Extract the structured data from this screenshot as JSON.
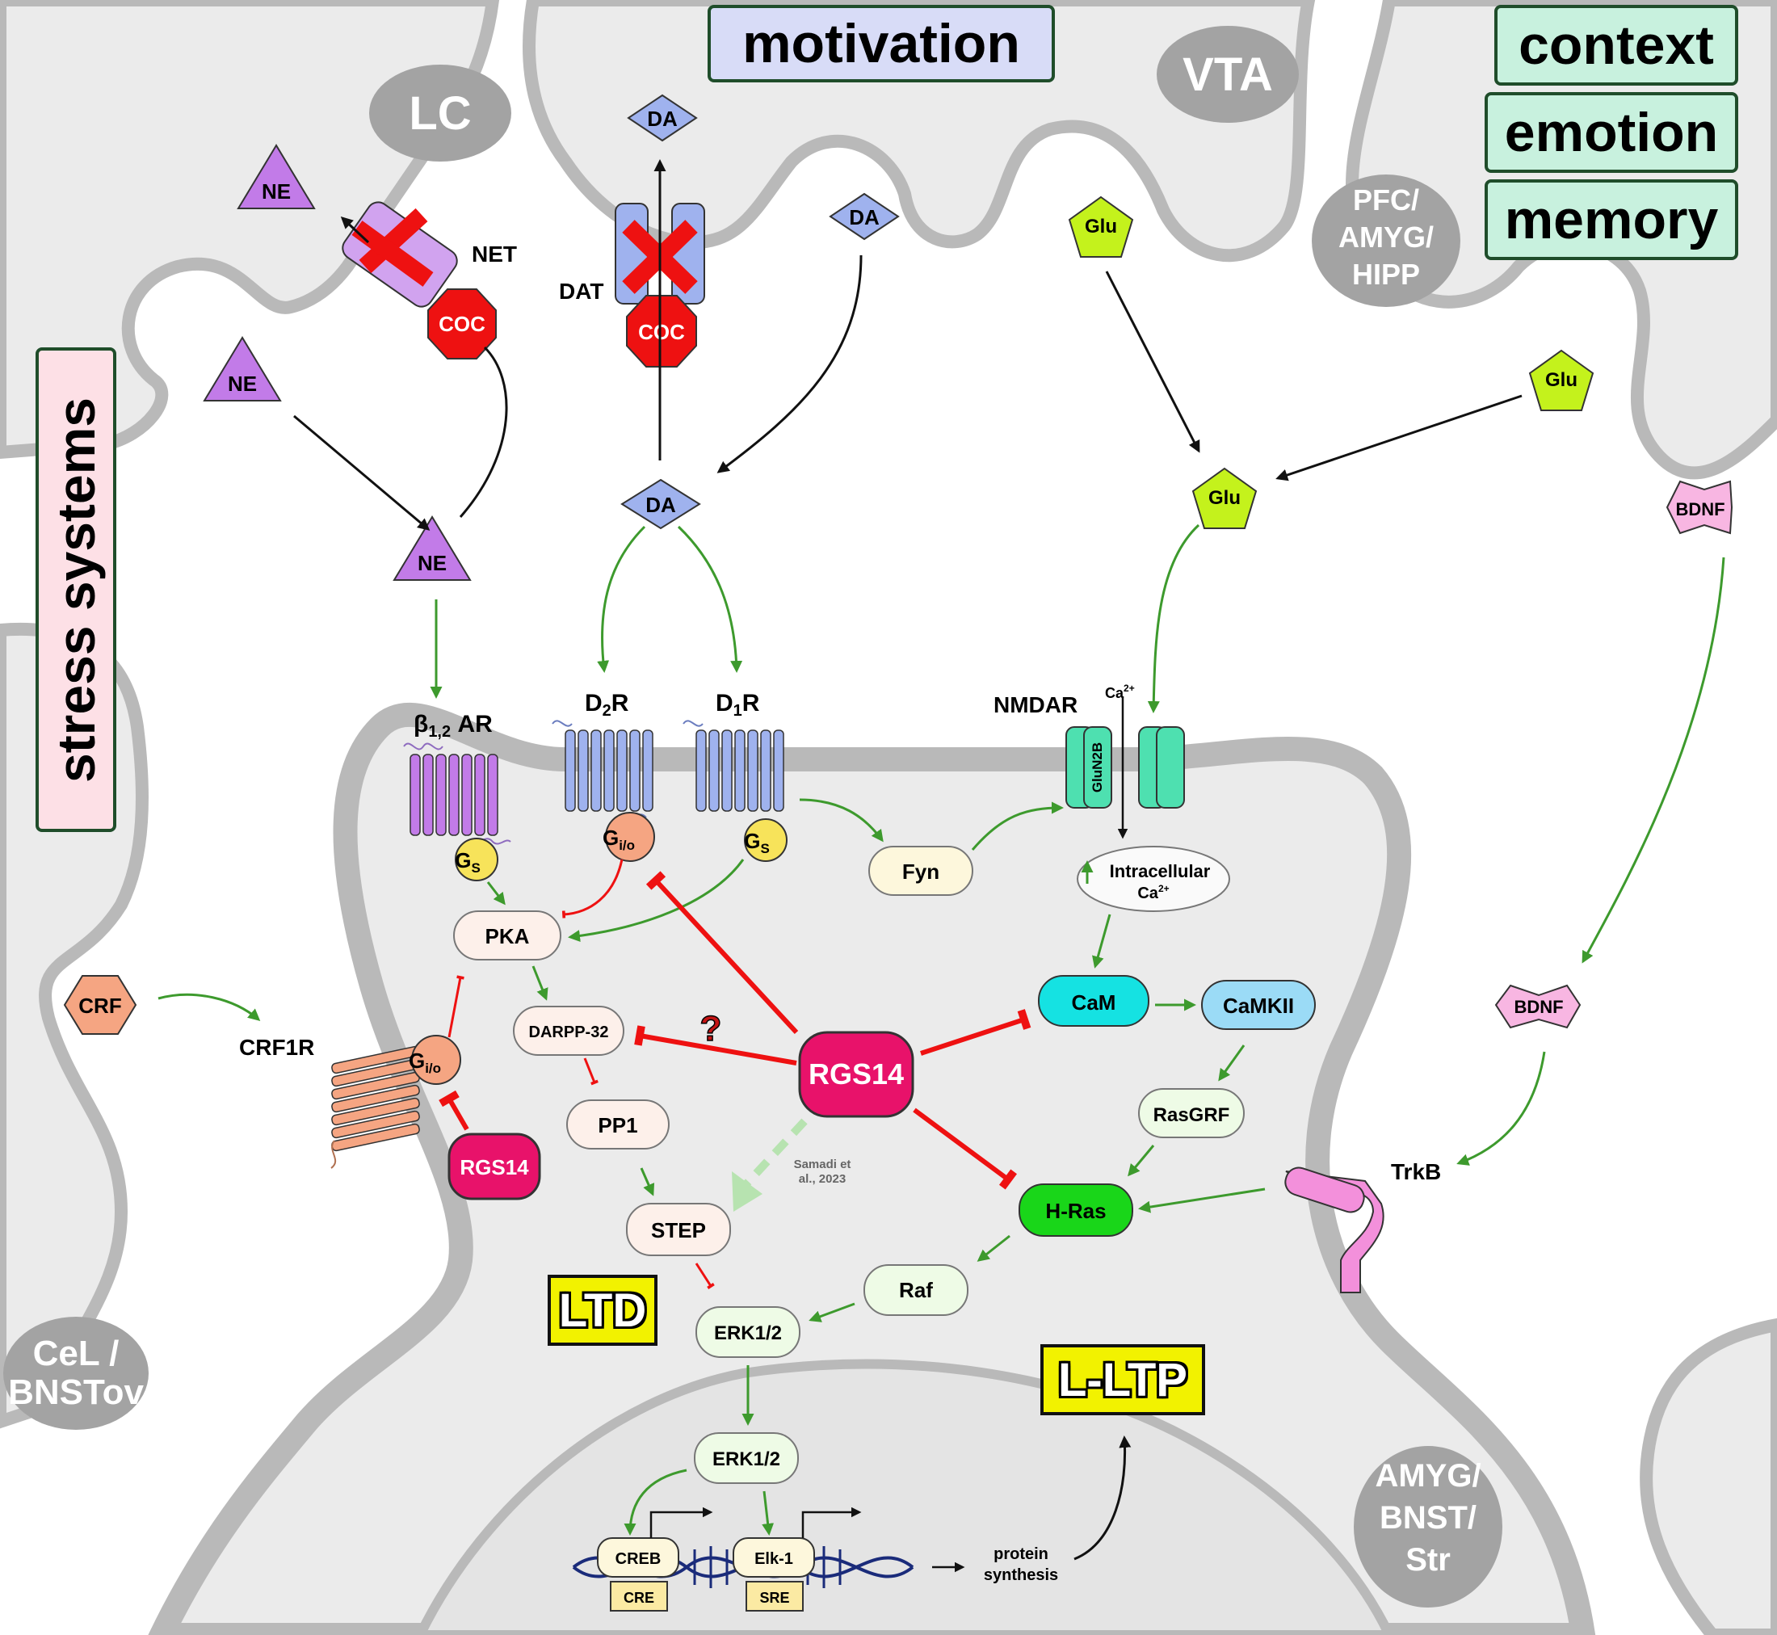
{
  "headers": {
    "motivation": "motivation",
    "context": "context",
    "emotion": "emotion",
    "memory": "memory",
    "stress": "stress systems"
  },
  "regions": {
    "lc": "LC",
    "vta": "VTA",
    "pfc_1": "PFC/",
    "pfc_2": "AMYG/",
    "pfc_3": "HIPP",
    "cel_1": "CeL /",
    "cel_2": "BNSTov",
    "amyg_1": "AMYG/",
    "amyg_2": "BNST/",
    "amyg_3": "Str"
  },
  "molecules": {
    "ne": "NE",
    "da": "DA",
    "glu": "Glu",
    "bdnf": "BDNF",
    "crf": "CRF",
    "coc": "COC"
  },
  "transporters": {
    "net": "NET",
    "dat": "DAT"
  },
  "receptors": {
    "beta_main": "β",
    "beta_sub": "1,2",
    "beta_tail": " AR",
    "d2_main": "D",
    "d2_sub": "2",
    "d2_tail": "R",
    "d1_main": "D",
    "d1_sub": "1",
    "d1_tail": "R",
    "nmdar": "NMDAR",
    "glun2b": "GluN2B",
    "crf1r": "CRF1R",
    "trkb": "TrkB",
    "ca_main": "Ca",
    "ca_sup": "2+"
  },
  "gproteins": {
    "g": "G",
    "s": "S",
    "io": "i/o"
  },
  "nodes": {
    "pka": "PKA",
    "fyn": "Fyn",
    "ic_1": "Intracellular",
    "ic_2": "Ca",
    "cam": "CaM",
    "camkii": "CaMKII",
    "darpp": "DARPP-32",
    "pp1": "PP1",
    "step": "STEP",
    "rgs14": "RGS14",
    "rasgrf": "RasGRF",
    "hras": "H-Ras",
    "raf": "Raf",
    "erk": "ERK1/2",
    "creb": "CREB",
    "cre": "CRE",
    "elk": "Elk-1",
    "sre": "SRE",
    "protein_1": "protein",
    "protein_2": "synthesis"
  },
  "annotations": {
    "question": "?",
    "ref_1": "Samadi et",
    "ref_2": "al., 2023"
  },
  "outcomes": {
    "ltd": "LTD",
    "lltp": "L-LTP"
  },
  "colors": {
    "stim": "#3d9a2d",
    "inhib": "#ee1111",
    "membrane": "#bdbdbd",
    "ne": "#c27be8",
    "da": "#9fb2ee",
    "glu": "#c4f21c"
  }
}
